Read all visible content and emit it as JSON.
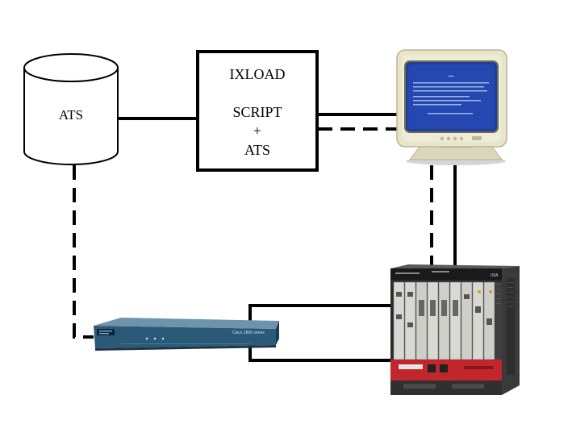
{
  "diagram": {
    "database": {
      "label": "ATS"
    },
    "script_box": {
      "line1": "IXLOAD",
      "line2": "SCRIPT",
      "line3": "+",
      "line4": "ATS"
    },
    "monitor": {
      "icon": "crt-monitor-icon",
      "screen_color": "#1f3f9a",
      "bezel_color": "#e6e2c8"
    },
    "router": {
      "icon": "router-icon",
      "brand_text": "Cisco 1800 series",
      "body_color": "#2a5a78"
    },
    "chassis": {
      "icon": "traffic-generator-chassis-icon",
      "brand_text": "IXIA",
      "accent_color": "#c0262b"
    }
  }
}
